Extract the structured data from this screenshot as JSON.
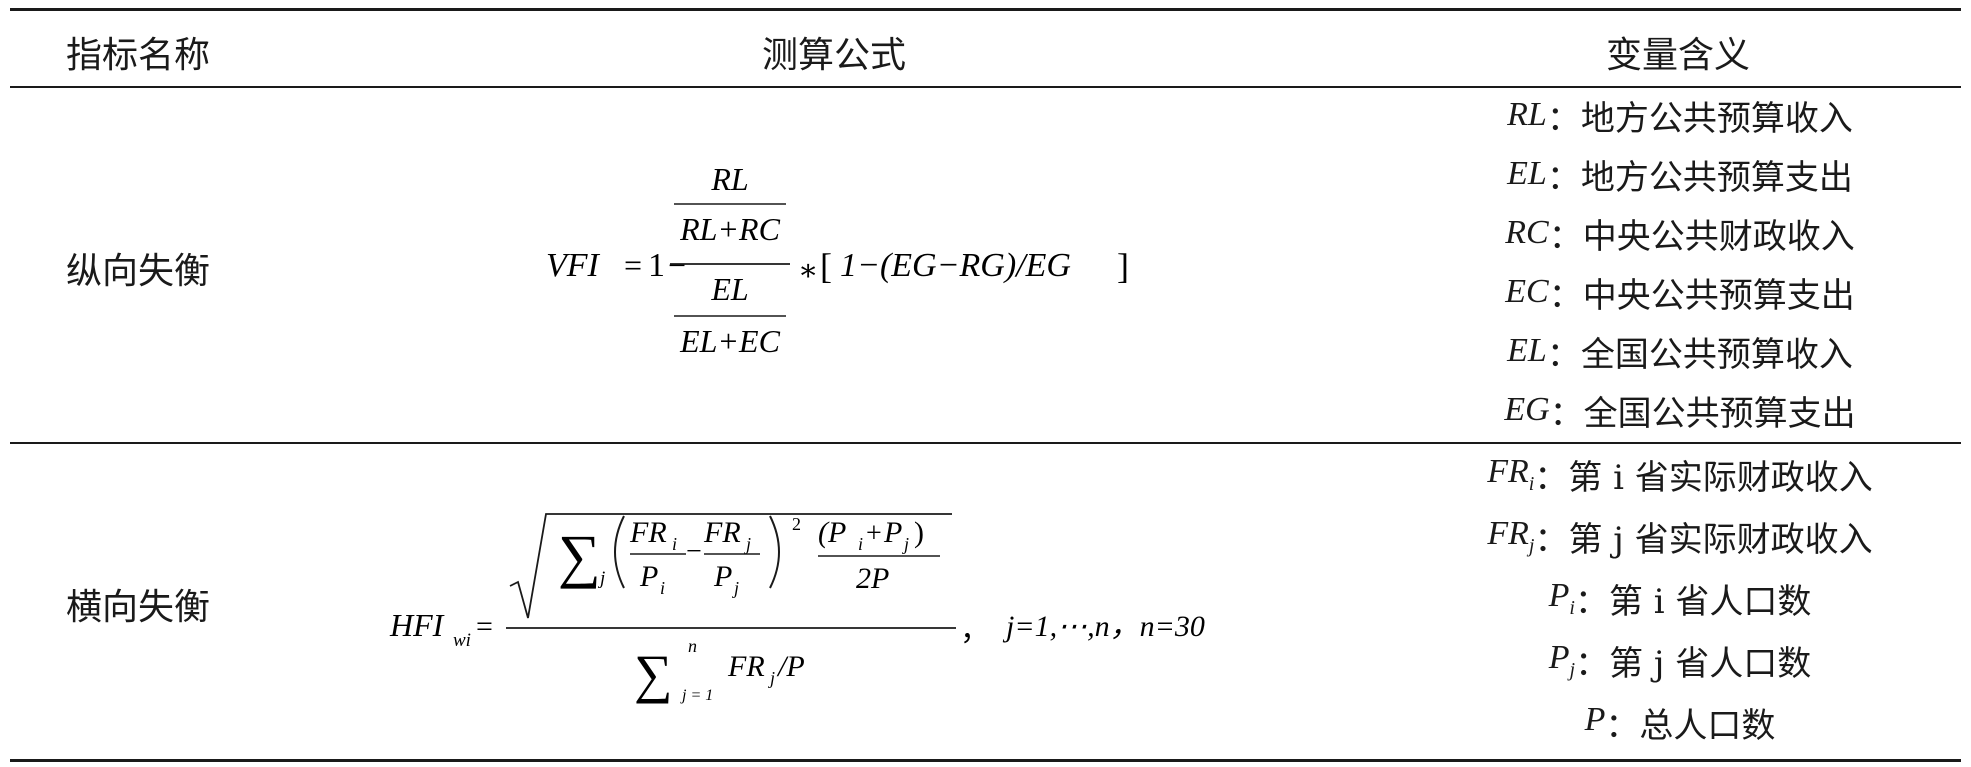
{
  "header": {
    "col1": "指标名称",
    "col2": "测算公式",
    "col3": "变量含义"
  },
  "rows": [
    {
      "name": "纵向失衡",
      "formula": {
        "lhs": "VFI",
        "eq": "=",
        "one": "1",
        "minus": "−",
        "num_num": "RL",
        "num_den": "RL+RC",
        "den_num": "EL",
        "den_den": "EL+EC",
        "mult": "∗",
        "bracket_open": "[",
        "bracket_body": "1−(EG−RG)/EG",
        "bracket_close": "]"
      },
      "variables": [
        {
          "sym": "RL",
          "sub": "",
          "desc": "：地方公共预算收入"
        },
        {
          "sym": "EL",
          "sub": "",
          "desc": "：地方公共预算支出"
        },
        {
          "sym": "RC",
          "sub": "",
          "desc": "：中央公共财政收入"
        },
        {
          "sym": "EC",
          "sub": "",
          "desc": "：中央公共预算支出"
        },
        {
          "sym": "EL",
          "sub": "",
          "desc": "：全国公共预算收入"
        },
        {
          "sym": "EG",
          "sub": "",
          "desc": "：全国公共预算支出"
        }
      ]
    },
    {
      "name": "横向失衡",
      "formula": {
        "lhs": "HFI",
        "lhs_sub": "wi",
        "eq": "=",
        "sum": "∑",
        "sum_sub_j": "j",
        "fr": "FR",
        "p": "P",
        "i": "i",
        "j": "j",
        "minus": "−",
        "sq": "2",
        "paren_term": "(P",
        "plus": "+",
        "paren_close": ")",
        "two_p": "2P",
        "den_sub": "j = 1",
        "den_sup": "n",
        "den_body": "FR",
        "den_tail": "/P",
        "comma": "，",
        "cond": "j=1,⋯,n，n=30"
      },
      "variables": [
        {
          "sym": "FR",
          "sub": "i",
          "desc": "：第 i 省实际财政收入"
        },
        {
          "sym": "FR",
          "sub": "j",
          "desc": "：第 j 省实际财政收入"
        },
        {
          "sym": "P",
          "sub": "i",
          "desc": "：第 i 省人口数"
        },
        {
          "sym": "P",
          "sub": "j",
          "desc": "：第 j 省人口数"
        },
        {
          "sym": "P",
          "sub": "",
          "desc": "：总人口数"
        }
      ]
    }
  ]
}
